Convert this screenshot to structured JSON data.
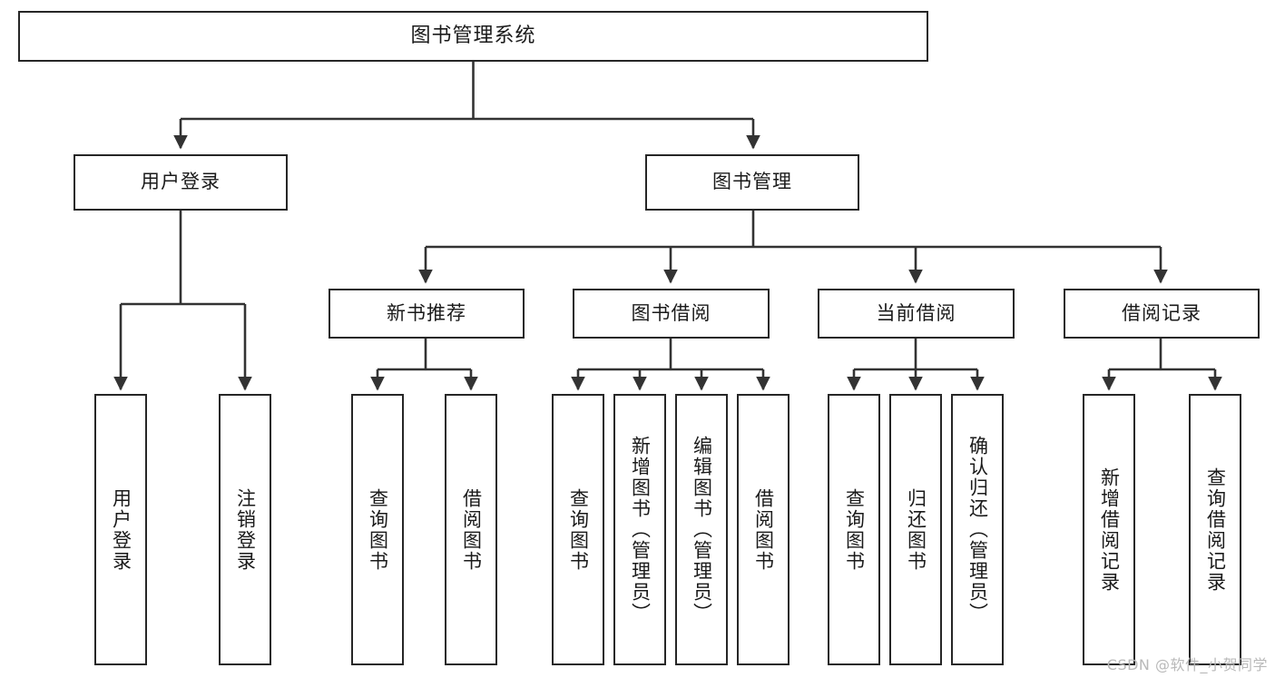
{
  "diagram": {
    "title": "图书管理系统",
    "type": "tree",
    "watermark": "CSDN @软件_小贺同学",
    "colors": {
      "box_border": "#262626",
      "box_fill": "#ffffff",
      "connector": "#333333",
      "text": "#1a1a1a",
      "watermark": "#b9b9b9"
    },
    "nodes": {
      "root": {
        "label": "图书管理系统"
      },
      "level2": [
        {
          "label": "用户登录"
        },
        {
          "label": "图书管理"
        }
      ],
      "level3": [
        {
          "label": "新书推荐"
        },
        {
          "label": "图书借阅"
        },
        {
          "label": "当前借阅"
        },
        {
          "label": "借阅记录"
        }
      ],
      "leaves_user_login": [
        {
          "label": "用户登录"
        },
        {
          "label": "注销登录"
        }
      ],
      "leaves_new_book": [
        {
          "label": "查询图书"
        },
        {
          "label": "借阅图书"
        }
      ],
      "leaves_borrow": [
        {
          "label": "查询图书"
        },
        {
          "label": "新增图书（管理员）"
        },
        {
          "label": "编辑图书（管理员）"
        },
        {
          "label": "借阅图书"
        }
      ],
      "leaves_current": [
        {
          "label": "查询图书"
        },
        {
          "label": "归还图书"
        },
        {
          "label": "确认归还（管理员）"
        }
      ],
      "leaves_records": [
        {
          "label": "新增借阅记录"
        },
        {
          "label": "查询借阅记录"
        }
      ]
    }
  }
}
